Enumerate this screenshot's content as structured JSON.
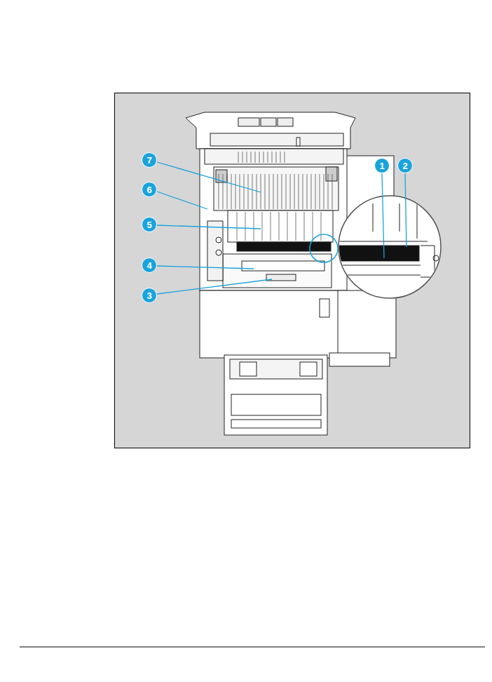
{
  "diagram": {
    "nodes": [
      {
        "text": [
          "7"
        ]
      },
      {
        "text": [
          "1"
        ]
      },
      {
        "text": [
          "2"
        ]
      },
      {
        "text": [
          "6"
        ]
      },
      {
        "text": [
          "5"
        ]
      },
      {
        "text": [
          "4"
        ]
      },
      {
        "text": [
          "3"
        ]
      }
    ]
  }
}
